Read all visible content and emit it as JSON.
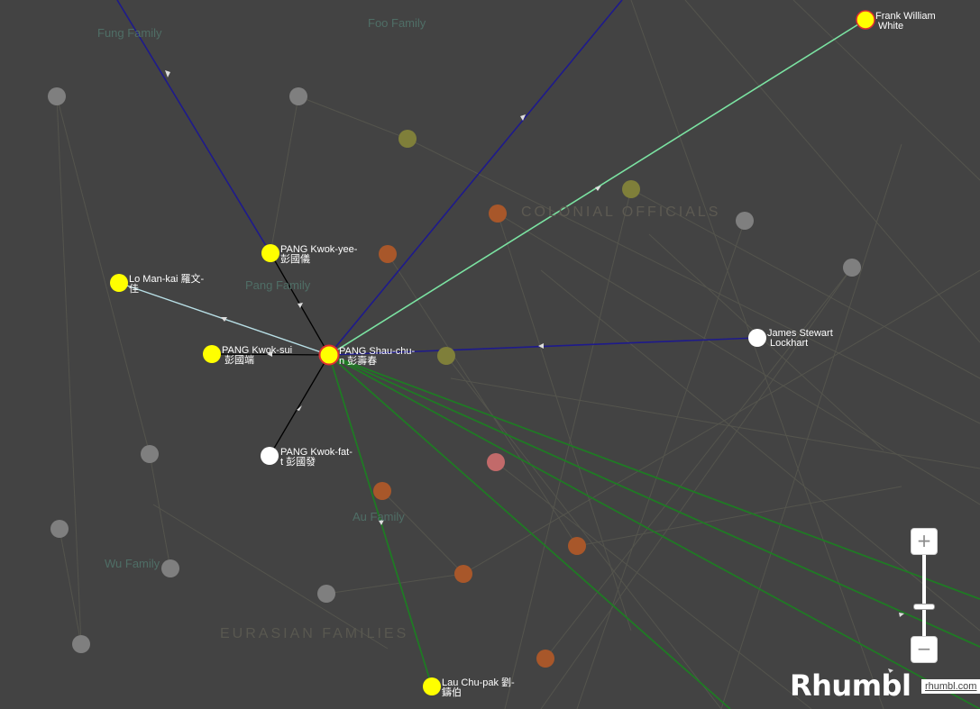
{
  "groups": {
    "colonial_officials": "COLONIAL OFFICIALS",
    "eurasian_families": "EURASIAN FAMILIES"
  },
  "families": {
    "fung": "Fung Family",
    "foo": "Foo Family",
    "pang": "Pang Family",
    "au": "Au Family",
    "wu": "Wu Family"
  },
  "nodes": {
    "pang_shau_chun": {
      "line1": "PANG Shau-chu-",
      "line2": "n 彭壽春"
    },
    "frank_white": {
      "line1": "Frank William",
      "line2": "White"
    },
    "pang_kwok_yee": {
      "line1": "PANG Kwok-yee-",
      "line2": "彭國儀"
    },
    "lo_man_kai": {
      "line1": "Lo Man-kai 羅文-",
      "line2": "佳"
    },
    "pang_kwok_sui": {
      "line1": "PANG Kwok-sui",
      "line2": "彭國端"
    },
    "pang_kwok_fat": {
      "line1": "PANG Kwok-fat-",
      "line2": "t 彭國發"
    },
    "james_lockhart": {
      "line1": "James Stewart",
      "line2": "Lockhart"
    },
    "lau_chu_pak": {
      "line1": "Lau Chu-pak 劉-",
      "line2": "鑄伯"
    }
  },
  "zoom": {
    "in_label": "+",
    "out_label": "−",
    "level": 0.55
  },
  "brand": {
    "name": "Rhumbl",
    "link": "rhumbl.com"
  },
  "colors": {
    "background": "#434343",
    "highlight_node": "#ffff00",
    "selected_ring": "#e03030",
    "edge_navy": "#1e1a8c",
    "edge_green": "#1f7a24",
    "edge_mint": "#7be3a2",
    "edge_lightblue": "#b8dfe6"
  }
}
